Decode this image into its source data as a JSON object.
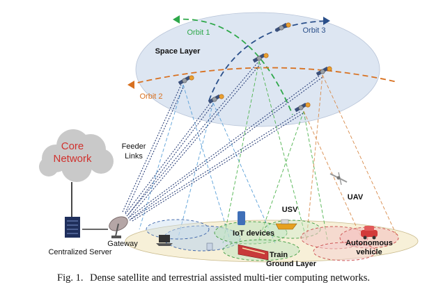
{
  "figure": {
    "labels": {
      "space_layer": "Space Layer",
      "orbit1": "Orbit 1",
      "orbit2": "Orbit 2",
      "orbit3": "Orbit 3",
      "core_network_line1": "Core",
      "core_network_line2": "Network",
      "feeder_links_line1": "Feeder",
      "feeder_links_line2": "Links",
      "centralized_server": "Centralized Server",
      "gateway": "Gateway",
      "iot_devices": "IoT devices",
      "usv": "USV",
      "uav": "UAV",
      "train": "Train",
      "ground_layer": "Ground Layer",
      "autonomous_line1": "Autonomous",
      "autonomous_line2": "vehicle"
    },
    "colors": {
      "space_ellipse": "#dde6f2",
      "ground_ellipse": "#f7f0d8",
      "orbit1": "#2ea84a",
      "orbit2": "#d8701f",
      "orbit3": "#2a4f8a",
      "feeder_link": "#2a3f78",
      "beam_blue": "#5aa0d8",
      "beam_green": "#4db34d",
      "beam_orange": "#d88a4a",
      "cloud": "#c9c9c9",
      "core_text": "#d0312d"
    }
  },
  "caption": {
    "prefix": "Fig. 1.",
    "text": "Dense satellite and terrestrial assisted multi-tier computing networks."
  }
}
